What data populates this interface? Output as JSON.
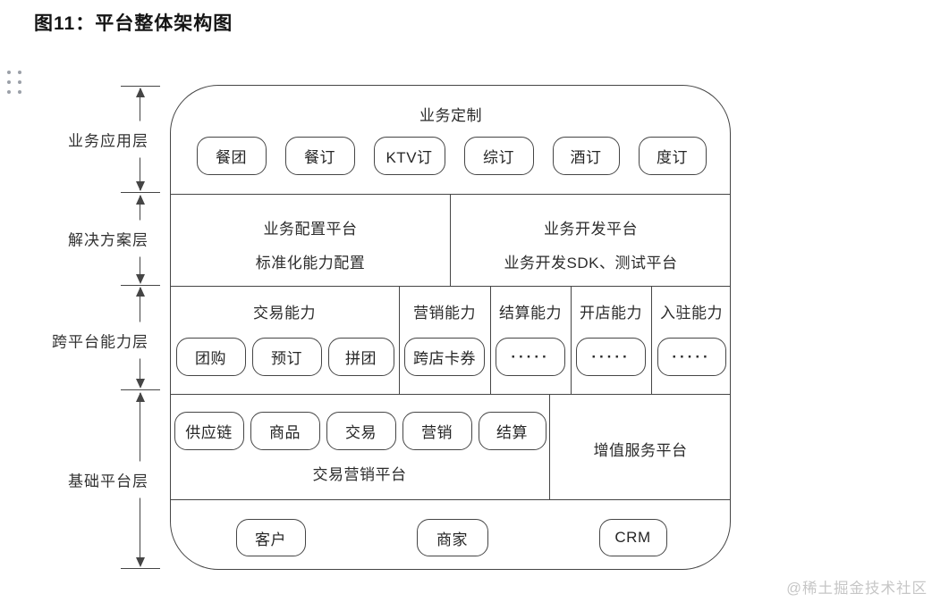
{
  "page": {
    "title": "图11：平台整体架构图",
    "watermark": "@稀土掘金技术社区"
  },
  "colors": {
    "line": "#454545",
    "text": "#262626",
    "watermark": "#c6c6c6"
  },
  "layers": [
    {
      "label": "业务应用层"
    },
    {
      "label": "解决方案层"
    },
    {
      "label": "跨平台能力层"
    },
    {
      "label": "基础平台层"
    }
  ],
  "app_layer": {
    "title": "业务定制",
    "items": [
      "餐团",
      "餐订",
      "KTV订",
      "综订",
      "酒订",
      "度订"
    ]
  },
  "solution_layer": {
    "left": {
      "line1": "业务配置平台",
      "line2": "标准化能力配置"
    },
    "right": {
      "line1": "业务开发平台",
      "line2": "业务开发SDK、测试平台"
    }
  },
  "capability_layer": [
    {
      "title": "交易能力",
      "items": [
        "团购",
        "预订",
        "拼团"
      ]
    },
    {
      "title": "营销能力",
      "items": [
        "跨店卡券"
      ]
    },
    {
      "title": "结算能力",
      "items": [
        "·····"
      ]
    },
    {
      "title": "开店能力",
      "items": [
        "·····"
      ]
    },
    {
      "title": "入驻能力",
      "items": [
        "·····"
      ]
    }
  ],
  "foundation_layer": {
    "trade": {
      "items": [
        "供应链",
        "商品",
        "交易",
        "营销",
        "结算"
      ],
      "label": "交易营销平台"
    },
    "value_added": "增值服务平台"
  },
  "base_row": [
    "客户",
    "商家",
    "CRM"
  ]
}
